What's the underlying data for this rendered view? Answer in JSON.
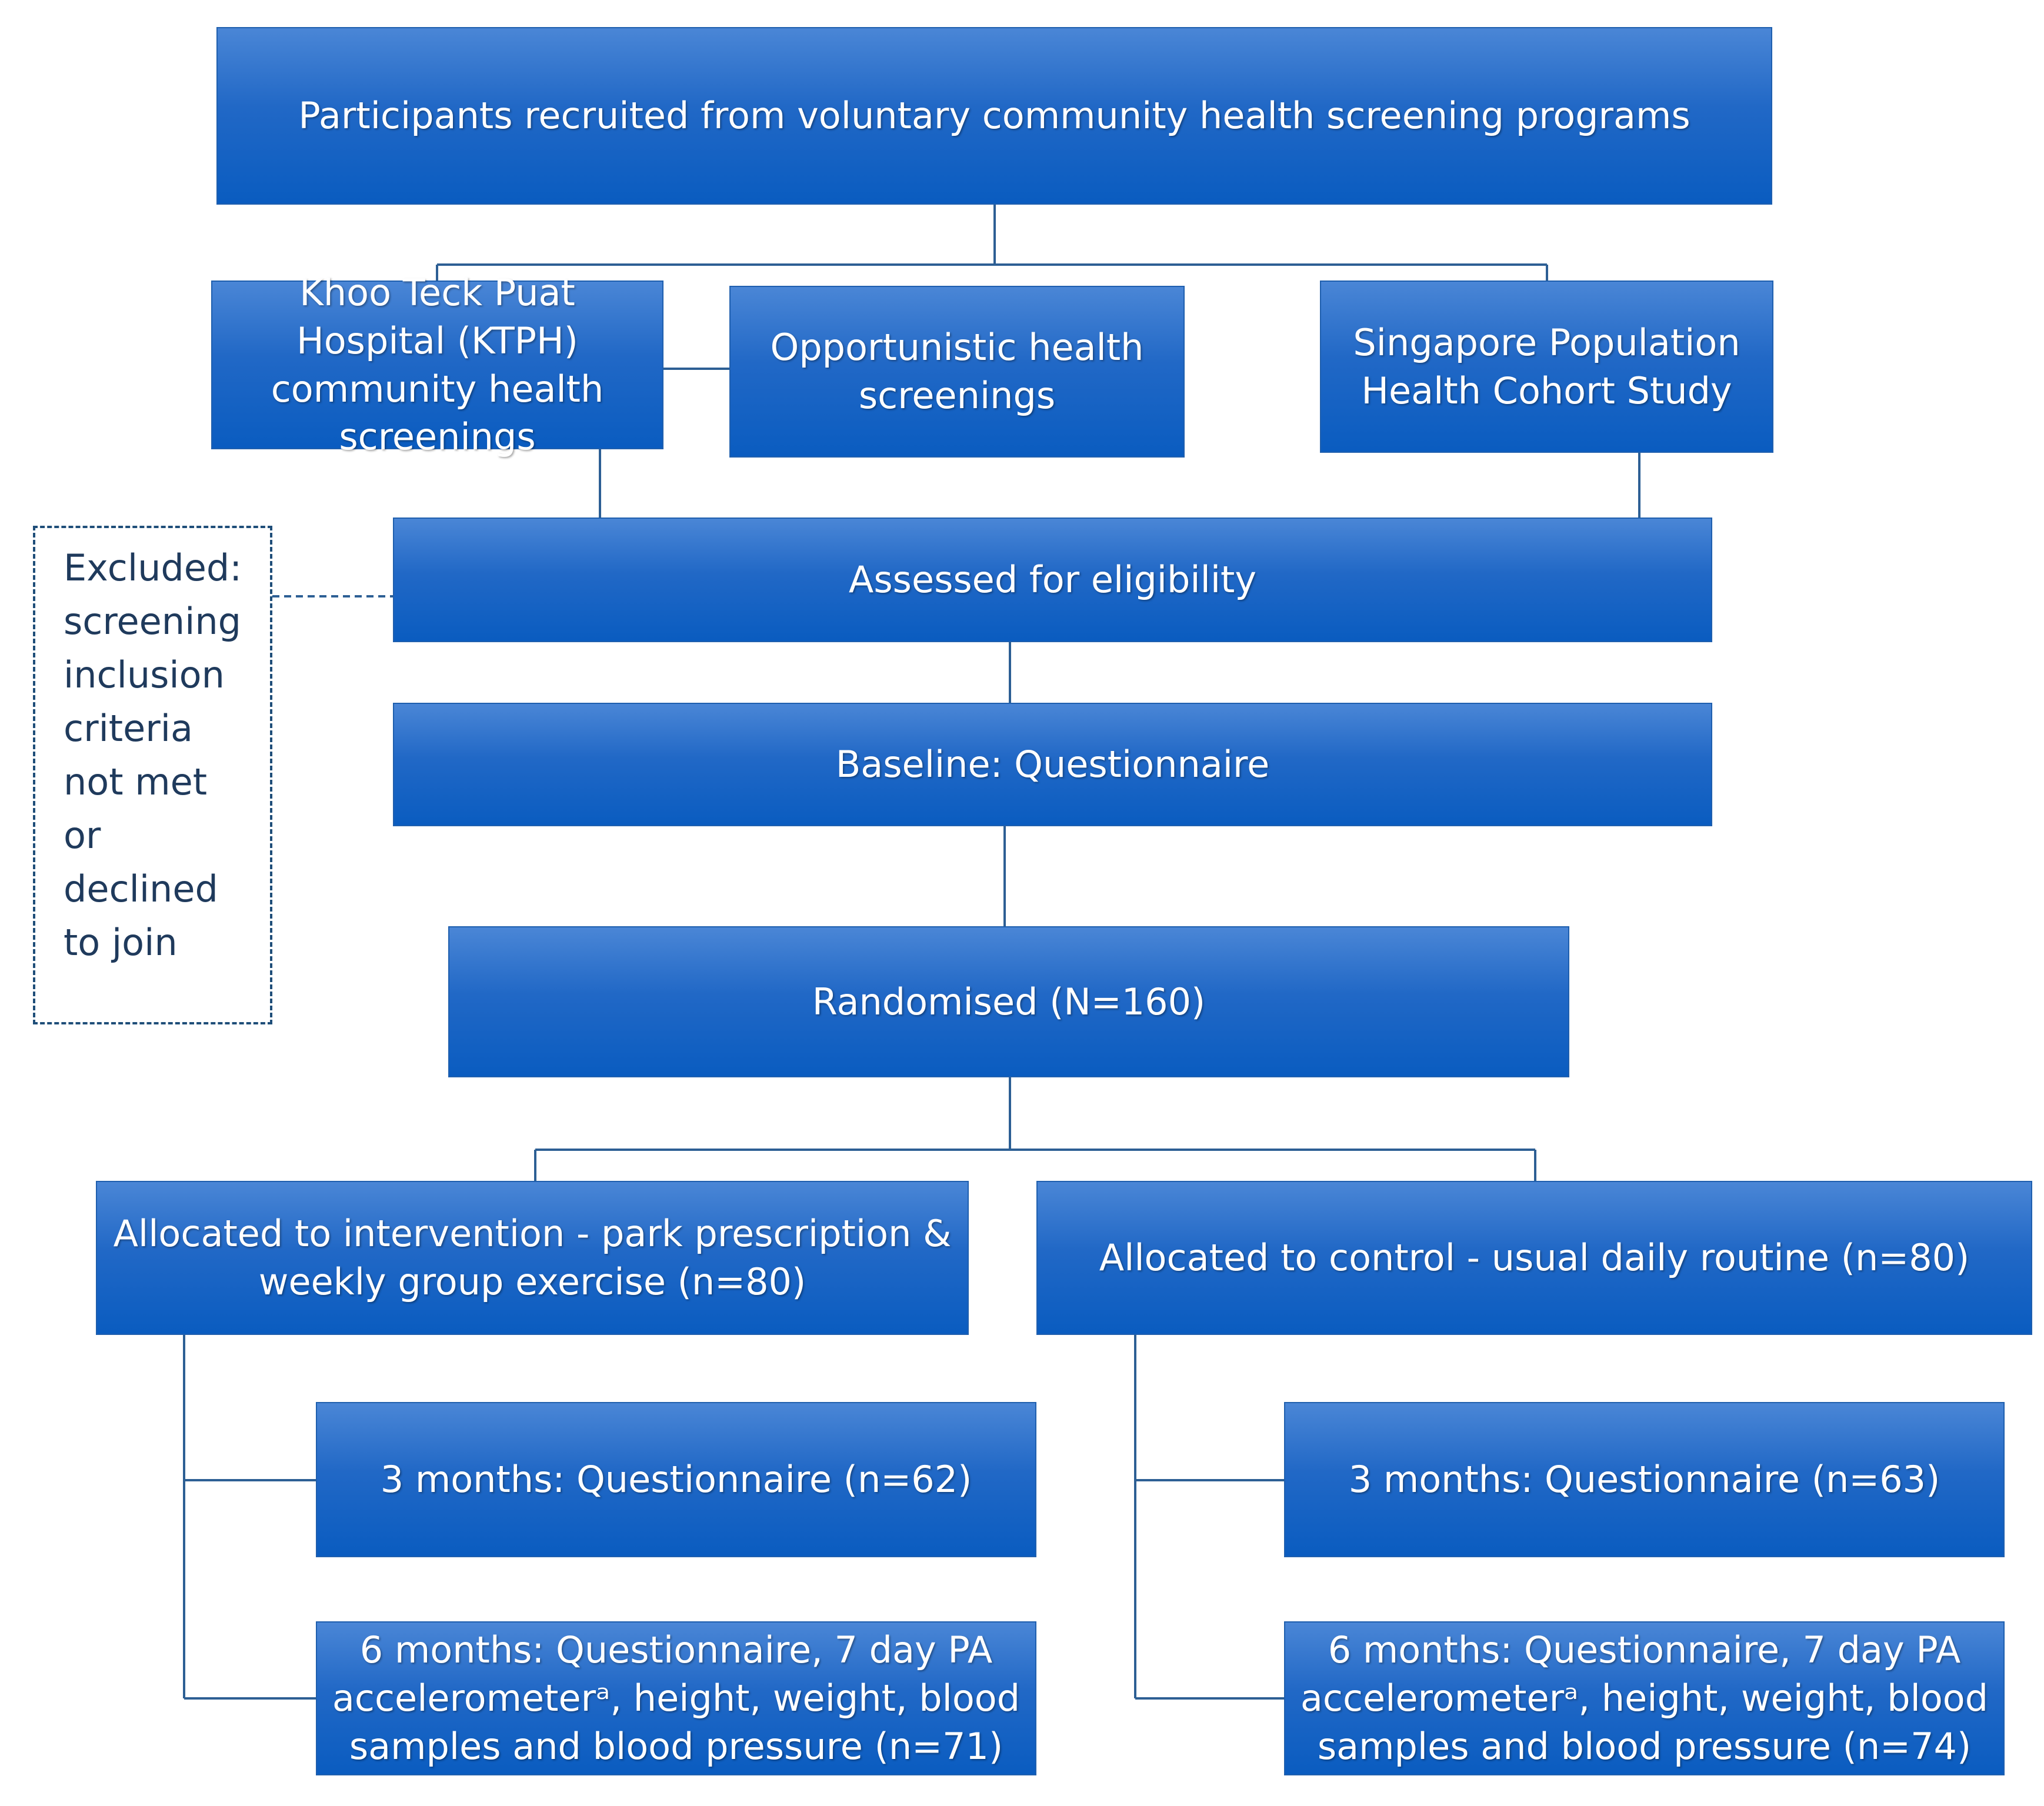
{
  "nodes": {
    "recruit": "Participants recruited from voluntary community health screening programs",
    "ktph": "Khoo Teck Puat Hospital (KTPH) community health screenings",
    "opportunistic": "Opportunistic health screenings",
    "sph": "Singapore Population Health Cohort Study",
    "eligibility": "Assessed for eligibility",
    "excluded": "Excluded:\nscreening\ninclusion\ncriteria\nnot met\nor\ndeclined\nto join",
    "baseline": "Baseline: Questionnaire",
    "randomised": "Randomised (N=160)",
    "intervention": "Allocated to intervention - park prescription & weekly group exercise (n=80)",
    "control": "Allocated to control - usual daily routine (n=80)",
    "int_3m": "3 months: Questionnaire (n=62)",
    "int_6m": "6 months: Questionnaire, 7 day PA accelerometerᵃ, height, weight, blood samples and blood pressure (n=71)",
    "ctl_3m": "3 months: Questionnaire (n=63)",
    "ctl_6m": "6 months: Questionnaire, 7 day PA accelerometerᵃ, height, weight, blood samples and blood pressure (n=74)"
  },
  "colors": {
    "box_fill": "#1a64c4",
    "connector": "#2d5f94",
    "text": "#ffffff"
  }
}
